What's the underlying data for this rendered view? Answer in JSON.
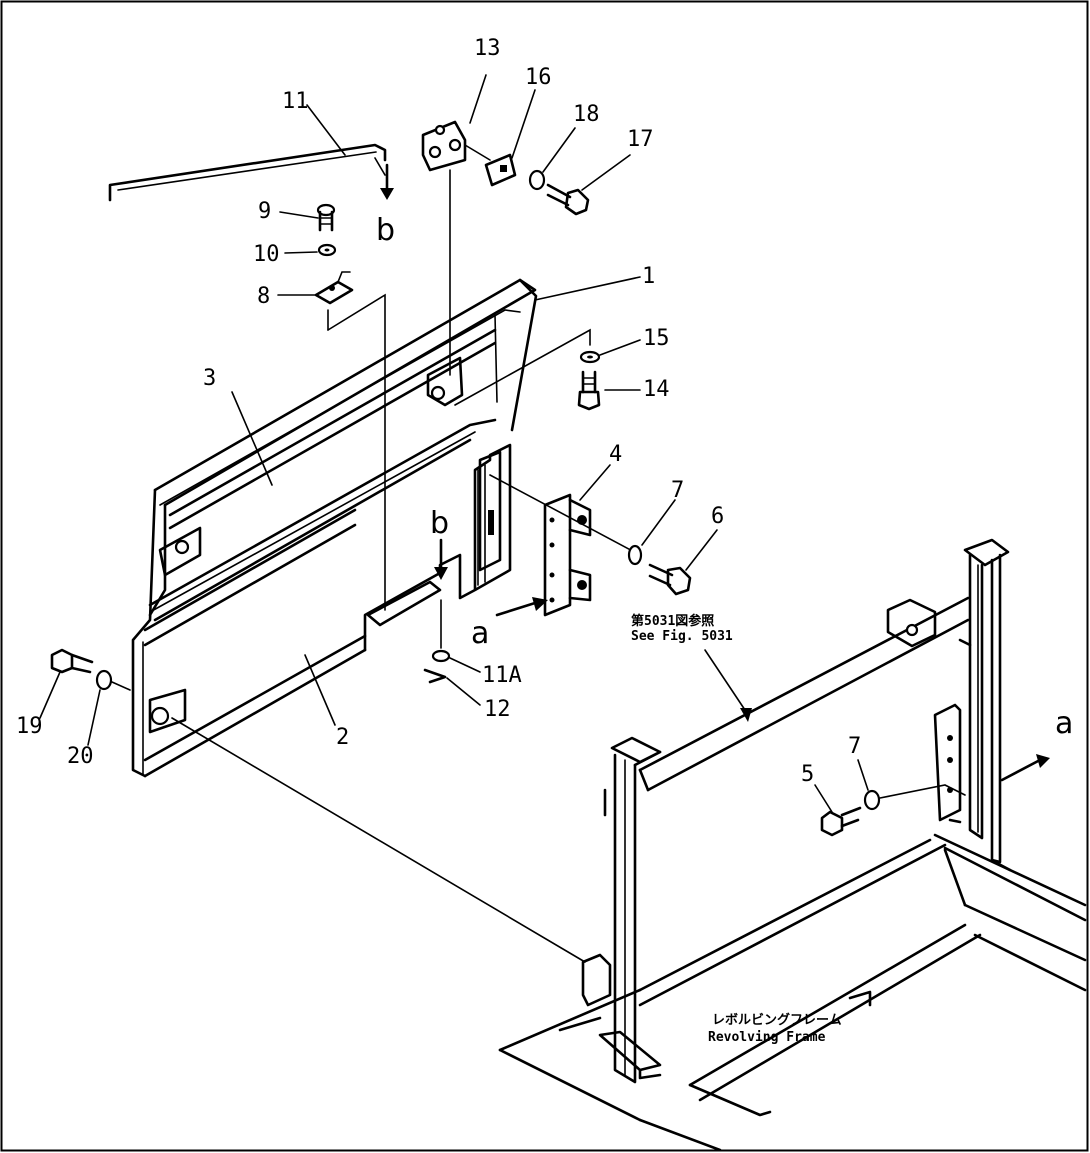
{
  "callouts": {
    "c1": "1",
    "c2": "2",
    "c3": "3",
    "c4": "4",
    "c5": "5",
    "c6": "6",
    "c7a": "7",
    "c7b": "7",
    "c8": "8",
    "c9": "9",
    "c10": "10",
    "c11": "11",
    "c11a": "11A",
    "c12": "12",
    "c13": "13",
    "c14": "14",
    "c15": "15",
    "c16": "16",
    "c17": "17",
    "c18": "18",
    "c19": "19",
    "c20": "20"
  },
  "view_markers": {
    "b_top": "b",
    "b_mid": "b",
    "a_left": "a",
    "a_right": "a"
  },
  "notes": {
    "see_fig_jp": "第5031図参照",
    "see_fig_en": "See Fig. 5031",
    "frame_jp": "レボルビングフレーム",
    "frame_en": "Revolving Frame"
  }
}
